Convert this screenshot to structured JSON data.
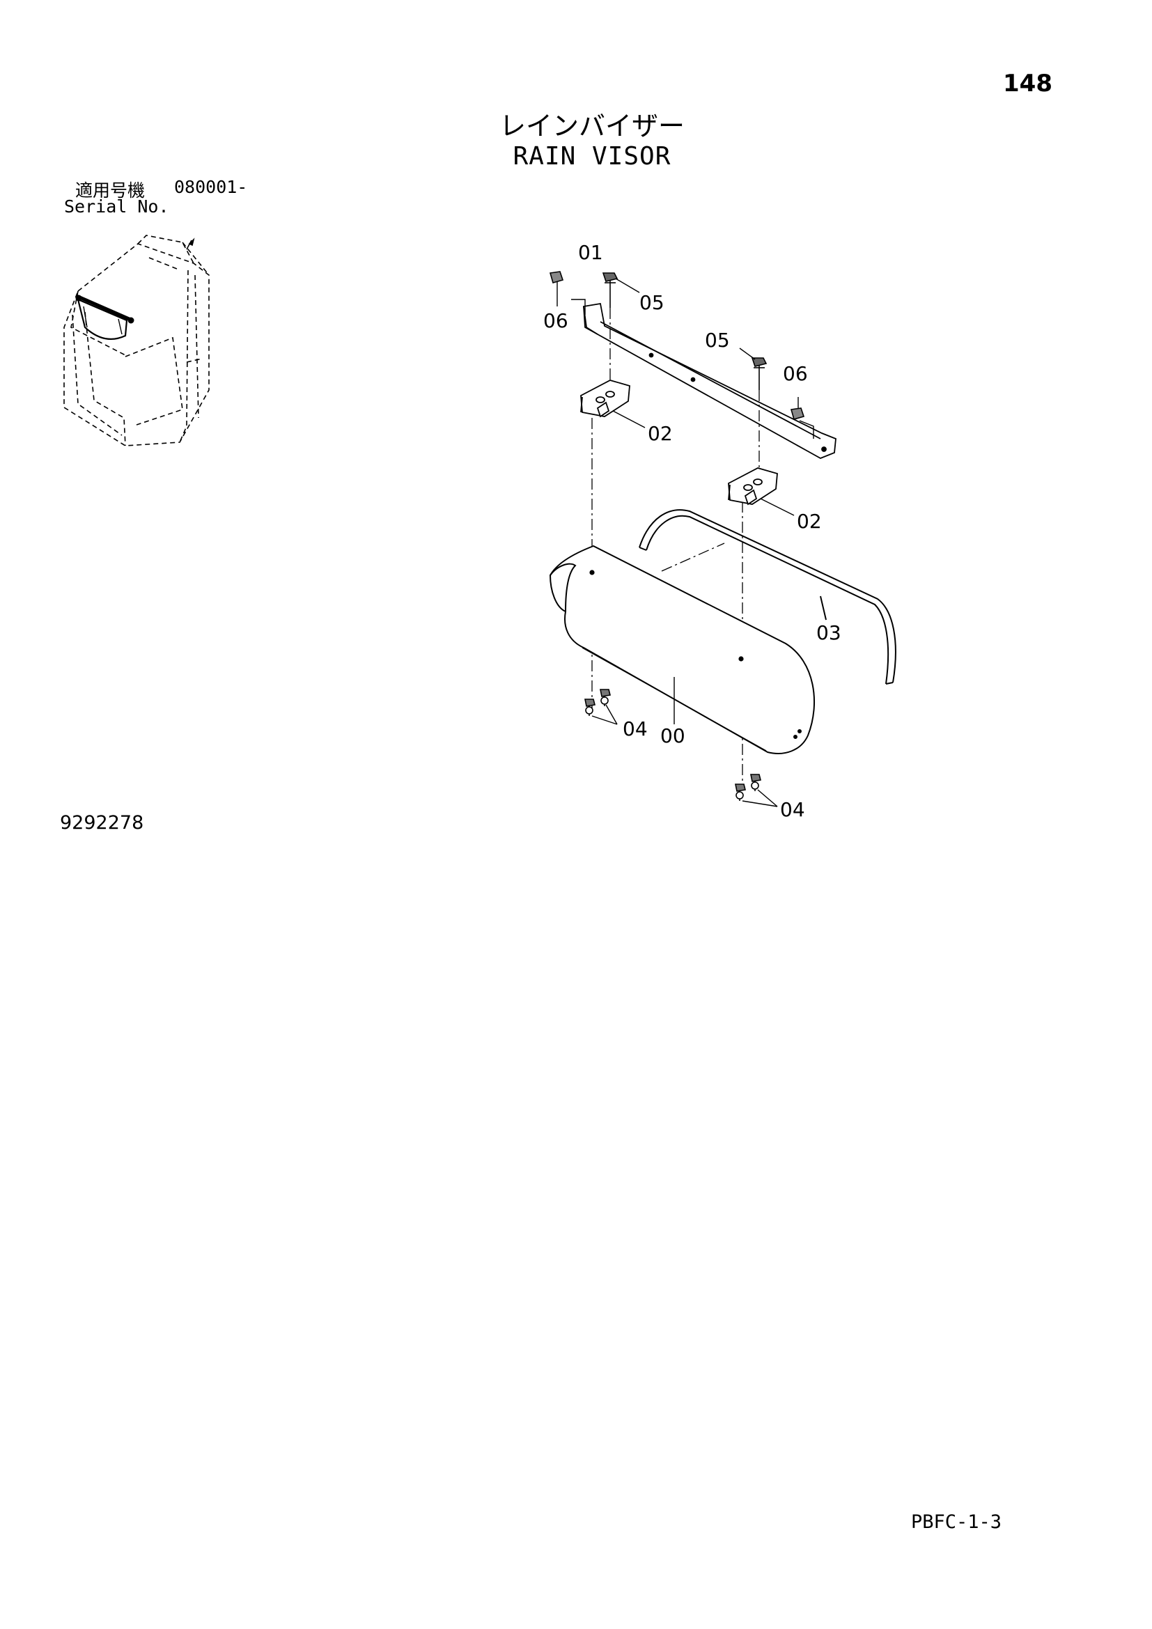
{
  "page_number": "148",
  "title_jp": "レインバイザー",
  "title_en": "RAIN VISOR",
  "serial": {
    "label_jp": "適用号機",
    "value": "080001-",
    "label_en": "Serial No."
  },
  "callouts": {
    "part_00": "00",
    "part_01": "01",
    "part_02_left": "02",
    "part_02_right": "02",
    "part_03": "03",
    "part_04_left": "04",
    "part_04_right": "04",
    "part_05_left": "05",
    "part_05_right": "05",
    "part_06_left": "06",
    "part_06_right": "06"
  },
  "drawing_number": "9292278",
  "footer_code": "PBFC-1-3"
}
